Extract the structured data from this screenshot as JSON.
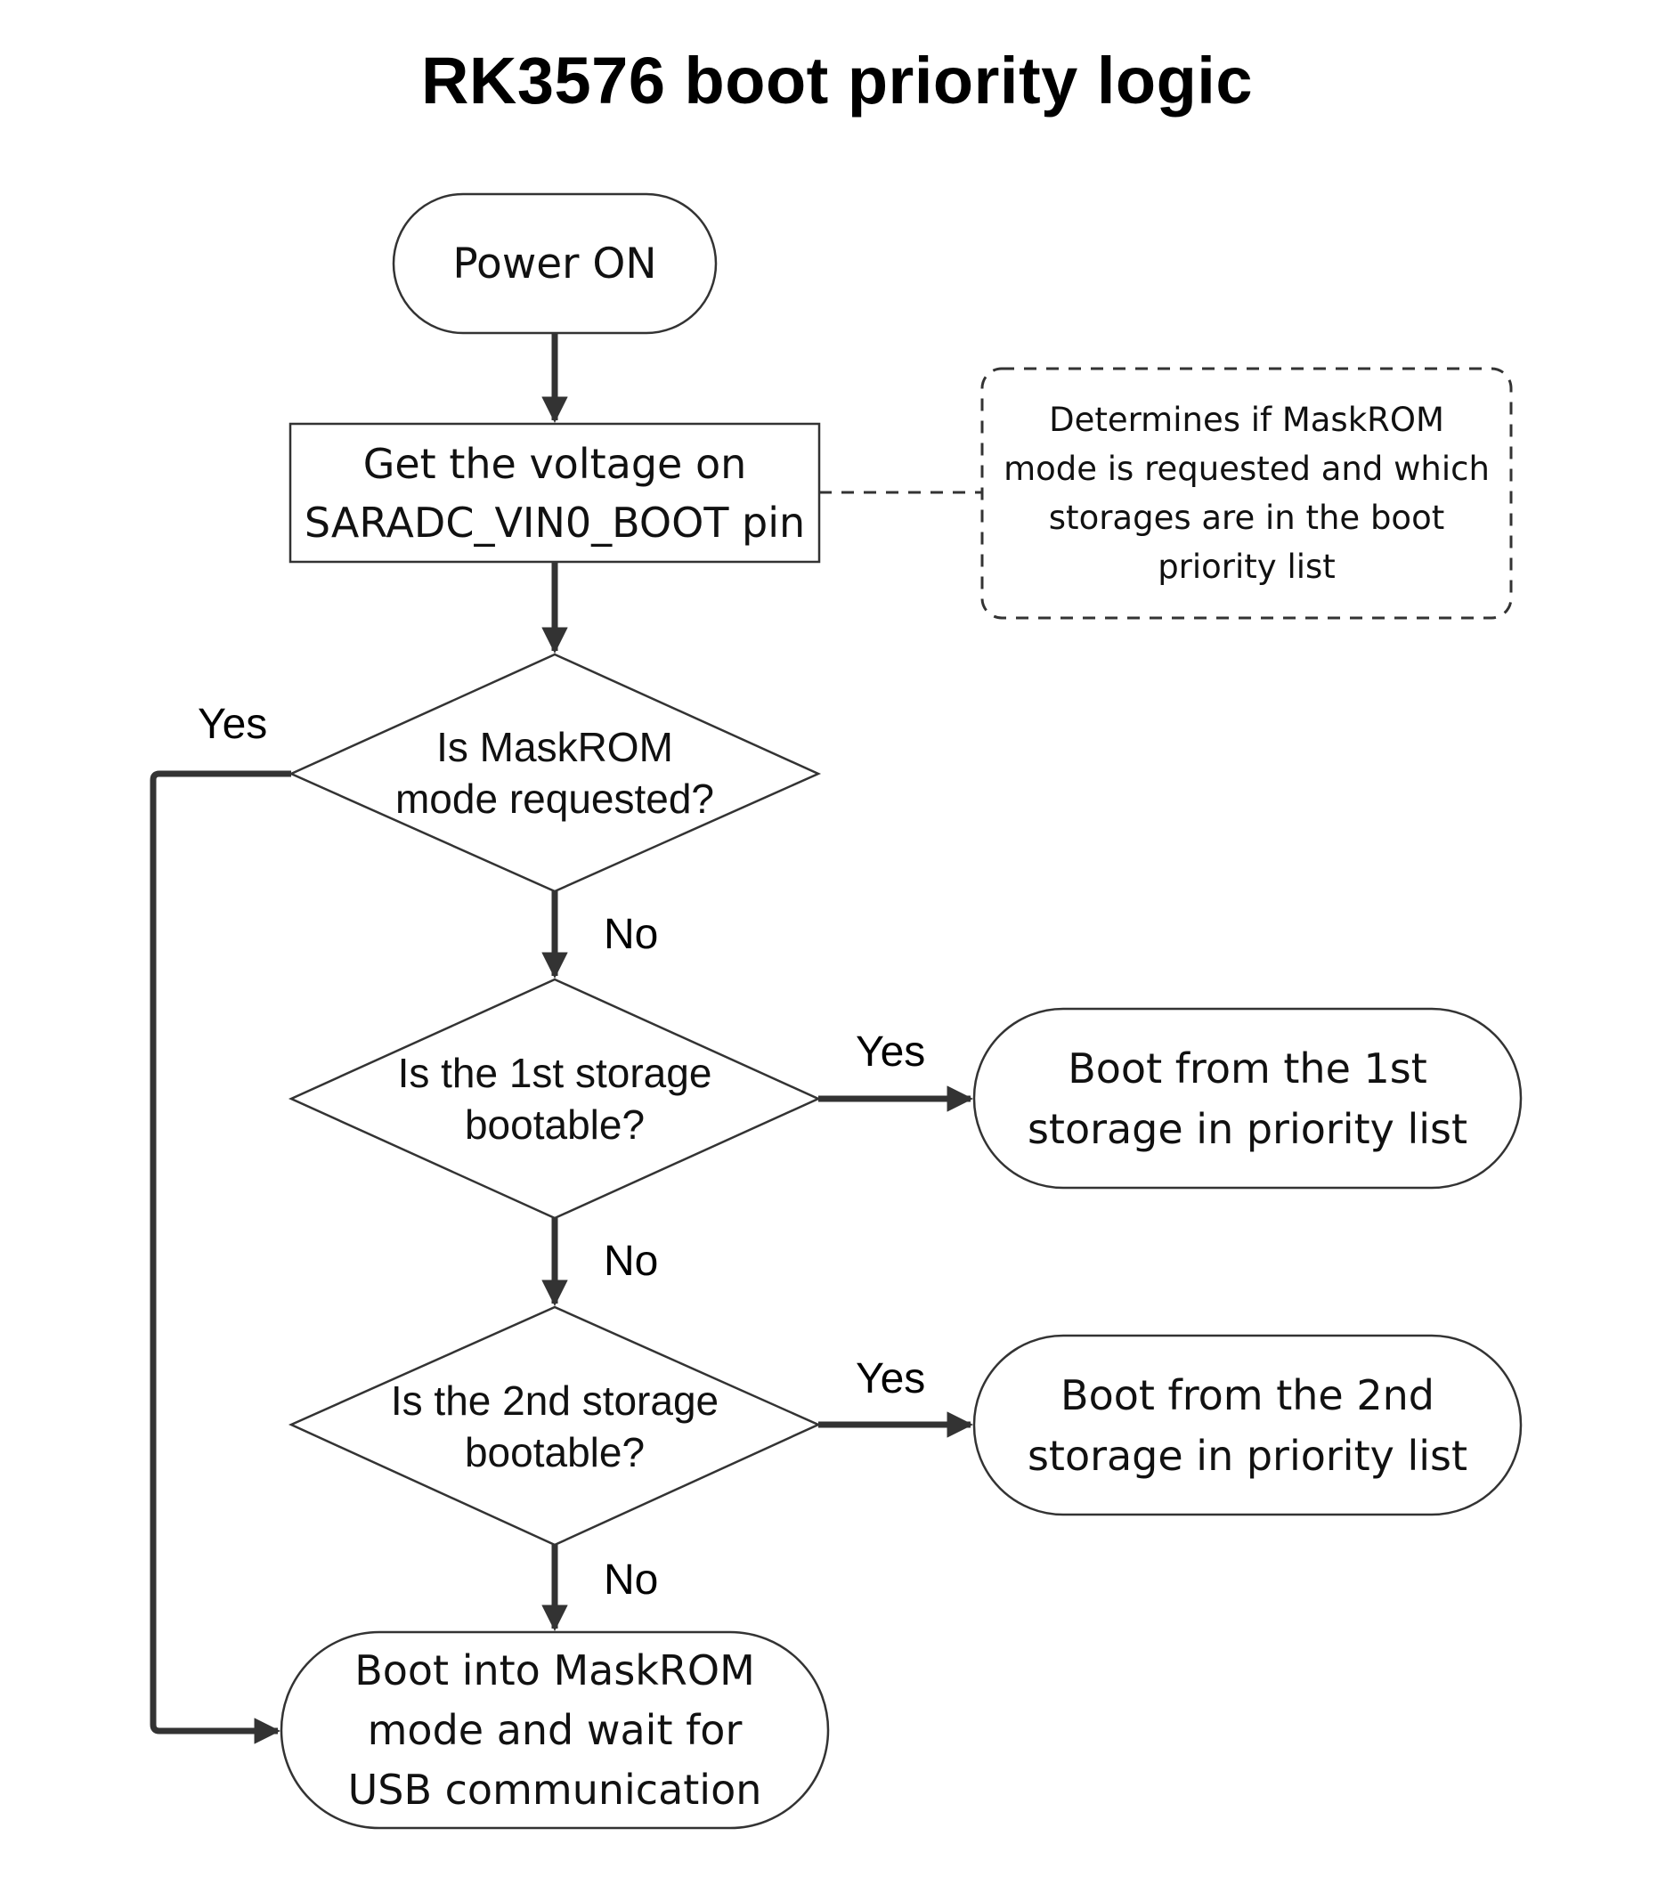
{
  "title": "RK3576 boot priority logic",
  "nodes": {
    "power_on": "Power ON",
    "get_voltage": [
      "Get the voltage on",
      "SARADC_VIN0_BOOT pin"
    ],
    "note": [
      "Determines if MaskROM",
      "mode is requested and which",
      "storages are in the boot",
      "priority list"
    ],
    "maskrom_decision": [
      "Is MaskROM",
      "mode requested?"
    ],
    "first_storage_decision": [
      "Is the 1st storage",
      "bootable?"
    ],
    "second_storage_decision": [
      "Is the 2nd storage",
      "bootable?"
    ],
    "boot_first": [
      "Boot from the 1st",
      "storage in priority list"
    ],
    "boot_second": [
      "Boot from the 2nd",
      "storage in priority list"
    ],
    "boot_maskrom": [
      "Boot into MaskROM",
      "mode and wait for",
      "USB communication"
    ]
  },
  "edge_labels": {
    "maskrom_yes": "Yes",
    "maskrom_no": "No",
    "first_yes": "Yes",
    "first_no": "No",
    "second_yes": "Yes",
    "second_no": "No"
  },
  "colors": {
    "stroke": "#333333",
    "text": "#111111",
    "background": "#ffffff"
  }
}
